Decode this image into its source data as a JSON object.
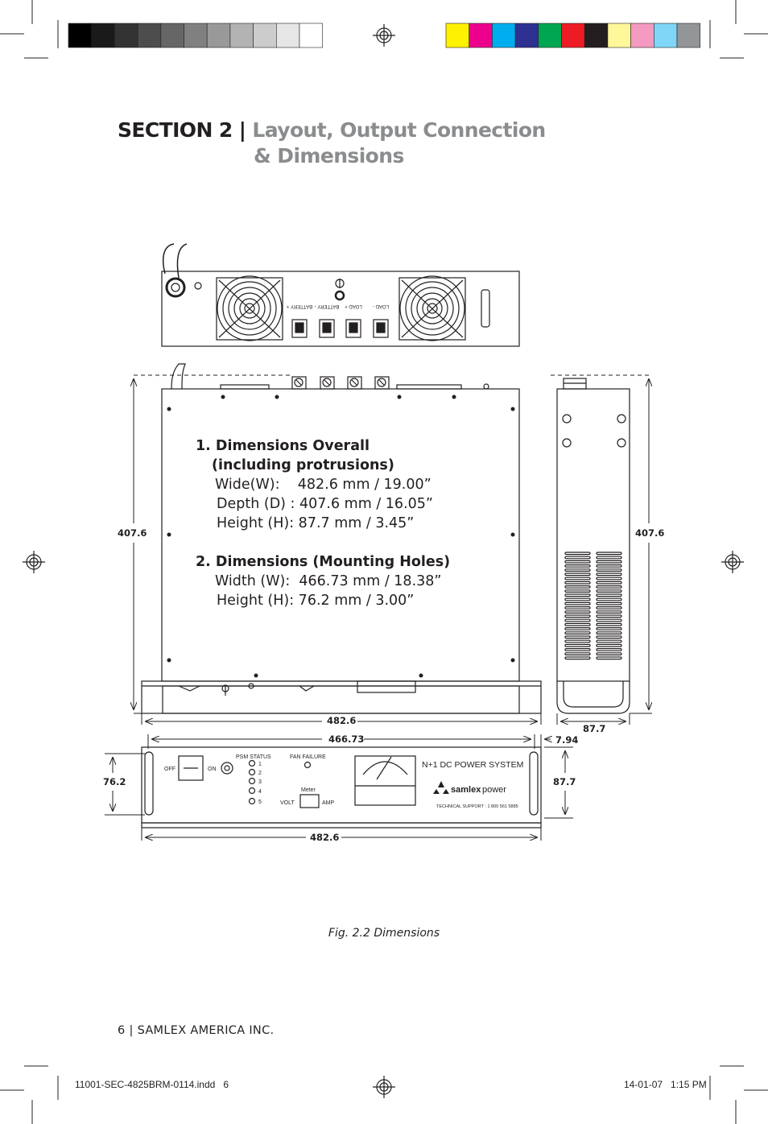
{
  "section": {
    "label": "SECTION 2",
    "separator": "|",
    "title_line1": "Layout, Output Connection",
    "title_line2": "& Dimensions"
  },
  "specs": {
    "heading1": "1. Dimensions Overall",
    "heading1b": "(including protrusions)",
    "wide": "Wide(W):    482.6 mm / 19.00”",
    "depth": "Depth (D) : 407.6 mm / 16.05”",
    "height": "Height (H): 87.7 mm / 3.45”",
    "heading2": "2. Dimensions (Mounting Holes)",
    "mwidth": "Width (W):  466.73 mm / 18.38”",
    "mheight": "Height (H): 76.2 mm / 3.00”"
  },
  "dimensions": {
    "top_depth_left": "407.6",
    "top_depth_right": "407.6",
    "width_overall": "482.6",
    "side_height": "87.7",
    "hole_width": "466.73",
    "hole_offset": "7.94",
    "hole_height": "76.2",
    "front_height": "87.7",
    "front_width": "482.6"
  },
  "rear_panel": {
    "labels": [
      "BATTERY +",
      "BATTERY -",
      "LOAD +",
      "LOAD -"
    ]
  },
  "front_panel": {
    "off": "OFF",
    "on": "ON",
    "psm_status": "PSM STATUS",
    "psm_items": [
      "1",
      "2",
      "3",
      "4",
      "5"
    ],
    "fan_failure": "FAN FAILURE",
    "meter": "Meter",
    "volt": "VOLT",
    "amp": "AMP",
    "system": "N+1 DC POWER SYSTEM",
    "brand_bold": "samlex",
    "brand_light": "power",
    "support": "TECHNICAL SUPPORT : 1 800 561 5885"
  },
  "caption": "Fig. 2.2 Dimensions",
  "footer": {
    "page": "6",
    "separator": "|",
    "company": "SAMLEX AMERICA INC."
  },
  "slug": {
    "file": "11001-SEC-4825BRM-0114.indd   6",
    "date": "14-01-07   1:15 PM"
  },
  "color_bar": {
    "greys": [
      "#000000",
      "#1a1a1a",
      "#333333",
      "#4d4d4d",
      "#666666",
      "#808080",
      "#999999",
      "#b3b3b3",
      "#cccccc",
      "#e6e6e6",
      "#ffffff"
    ],
    "colors": [
      "#fff200",
      "#ec008c",
      "#00aeef",
      "#2e3192",
      "#00a651",
      "#ed1c24",
      "#231f20",
      "#fff799",
      "#f49ac1",
      "#7fd6f7",
      "#939598"
    ]
  }
}
